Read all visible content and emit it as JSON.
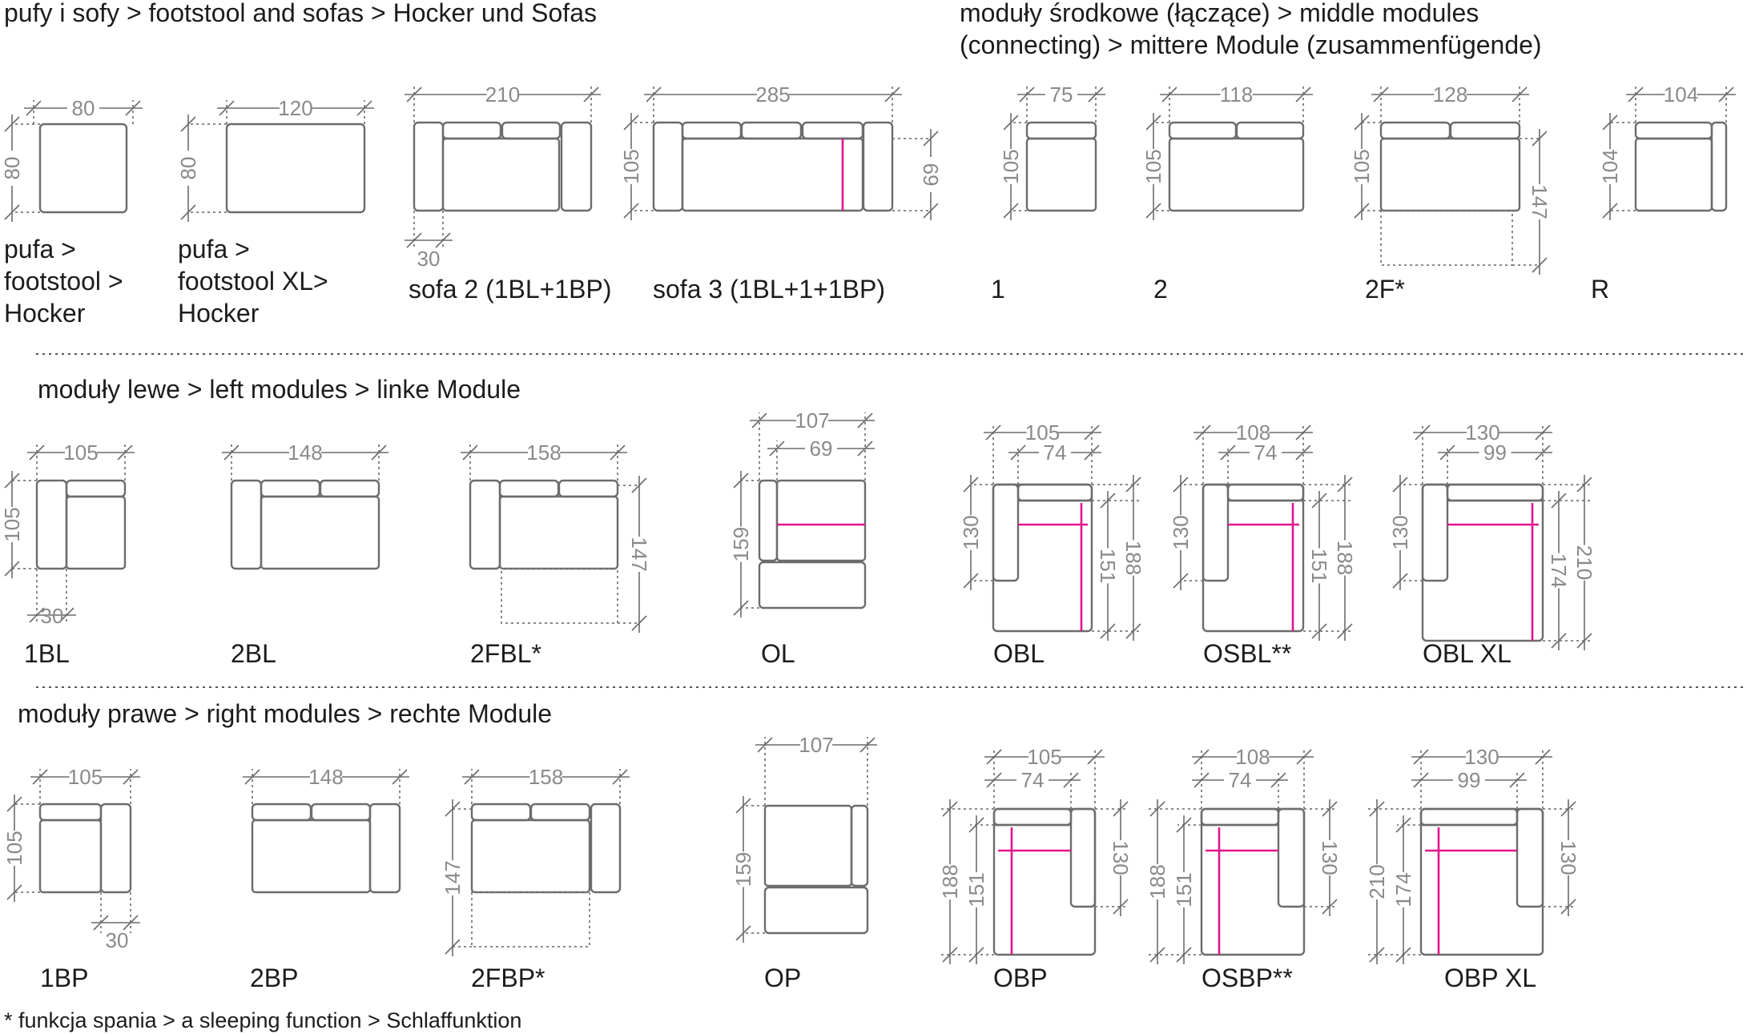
{
  "colors": {
    "outline": "#6c6c6c",
    "accent_magenta": "#e2158f",
    "text": "#1c1c1c",
    "dimension_text": "#8a8a8a"
  },
  "sections": {
    "footstools_heading": "pufy i sofy > footstool and sofas > Hocker und Sofas",
    "middle_heading_line1": "moduły środkowe (łączące) > middle modules",
    "middle_heading_line2": "(connecting) > mittere Module (zusammenfügende)",
    "left_heading": "moduły lewe > left modules > linke Module",
    "right_heading": "moduły prawe > right modules > rechte Module"
  },
  "footnote": "* funkcja spania > a sleeping function > Schlaffunktion",
  "modules": {
    "pufa": {
      "name_lines": [
        "pufa >",
        "footstool >",
        "Hocker"
      ],
      "width": "80",
      "depth": "80"
    },
    "pufa_xl": {
      "name_lines": [
        "pufa >",
        "footstool XL>",
        "Hocker"
      ],
      "width": "120",
      "depth": "80"
    },
    "sofa2": {
      "name": "sofa 2 (1BL+1BP)",
      "width": "210",
      "armrest": "30"
    },
    "sofa3": {
      "name": "sofa 3 (1BL+1+1BP)",
      "width": "285",
      "depth": "105",
      "seat_depth": "69"
    },
    "m1": {
      "name": "1",
      "width": "75",
      "depth": "105"
    },
    "m2": {
      "name": "2",
      "width": "118",
      "depth": "105"
    },
    "m2f": {
      "name": "2F*",
      "width": "128",
      "depth": "105",
      "extended_depth": "147"
    },
    "mr": {
      "name": "R",
      "width": "104",
      "depth": "104"
    },
    "bl1": {
      "name": "1BL",
      "width": "105",
      "depth": "105",
      "armrest": "30"
    },
    "bl2": {
      "name": "2BL",
      "width": "148"
    },
    "fbl2": {
      "name": "2FBL*",
      "width": "158",
      "extended_depth": "147"
    },
    "ol": {
      "name": "OL",
      "width": "107",
      "inner_width": "69",
      "depth": "159"
    },
    "obl": {
      "name": "OBL",
      "width": "105",
      "inner_width": "74",
      "depth": "130",
      "seat_length": "151",
      "total_length": "188"
    },
    "osbl": {
      "name": "OSBL**",
      "width": "108",
      "inner_width": "74",
      "depth": "130",
      "seat_length": "151",
      "total_length": "188"
    },
    "oblxl": {
      "name": "OBL XL",
      "width": "130",
      "inner_width": "99",
      "depth": "130",
      "seat_length": "174",
      "total_length": "210"
    },
    "bp1": {
      "name": "1BP",
      "width": "105",
      "depth": "105",
      "armrest": "30"
    },
    "bp2": {
      "name": "2BP",
      "width": "148"
    },
    "fbp2": {
      "name": "2FBP*",
      "width": "158",
      "extended_depth": "147"
    },
    "op": {
      "name": "OP",
      "width": "107",
      "depth": "159"
    },
    "obp": {
      "name": "OBP",
      "width": "105",
      "inner_width": "74",
      "total_length": "188",
      "seat_length": "151",
      "depth": "130"
    },
    "osbp": {
      "name": "OSBP**",
      "width": "108",
      "inner_width": "74",
      "total_length": "188",
      "seat_length": "151",
      "depth": "130"
    },
    "obpxl": {
      "name": "OBP XL",
      "width": "130",
      "inner_width": "99",
      "total_length": "210",
      "seat_length": "174",
      "depth": "130"
    }
  }
}
